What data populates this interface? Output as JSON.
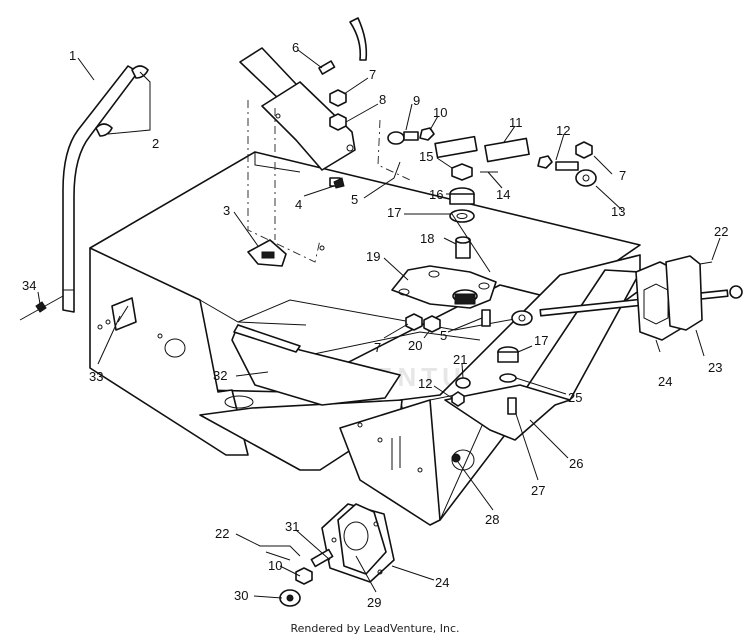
{
  "diagram": {
    "watermark": "LEADVENTURE",
    "caption": "Rendered by LeadVenture, Inc.",
    "callouts": [
      "1",
      "2",
      "3",
      "4",
      "5",
      "5",
      "6",
      "7",
      "7",
      "7",
      "8",
      "9",
      "10",
      "10",
      "11",
      "12",
      "12",
      "13",
      "14",
      "15",
      "16",
      "17",
      "17",
      "18",
      "19",
      "20",
      "21",
      "22",
      "22",
      "23",
      "24",
      "24",
      "25",
      "26",
      "27",
      "28",
      "29",
      "30",
      "31",
      "32",
      "33",
      "34"
    ]
  }
}
